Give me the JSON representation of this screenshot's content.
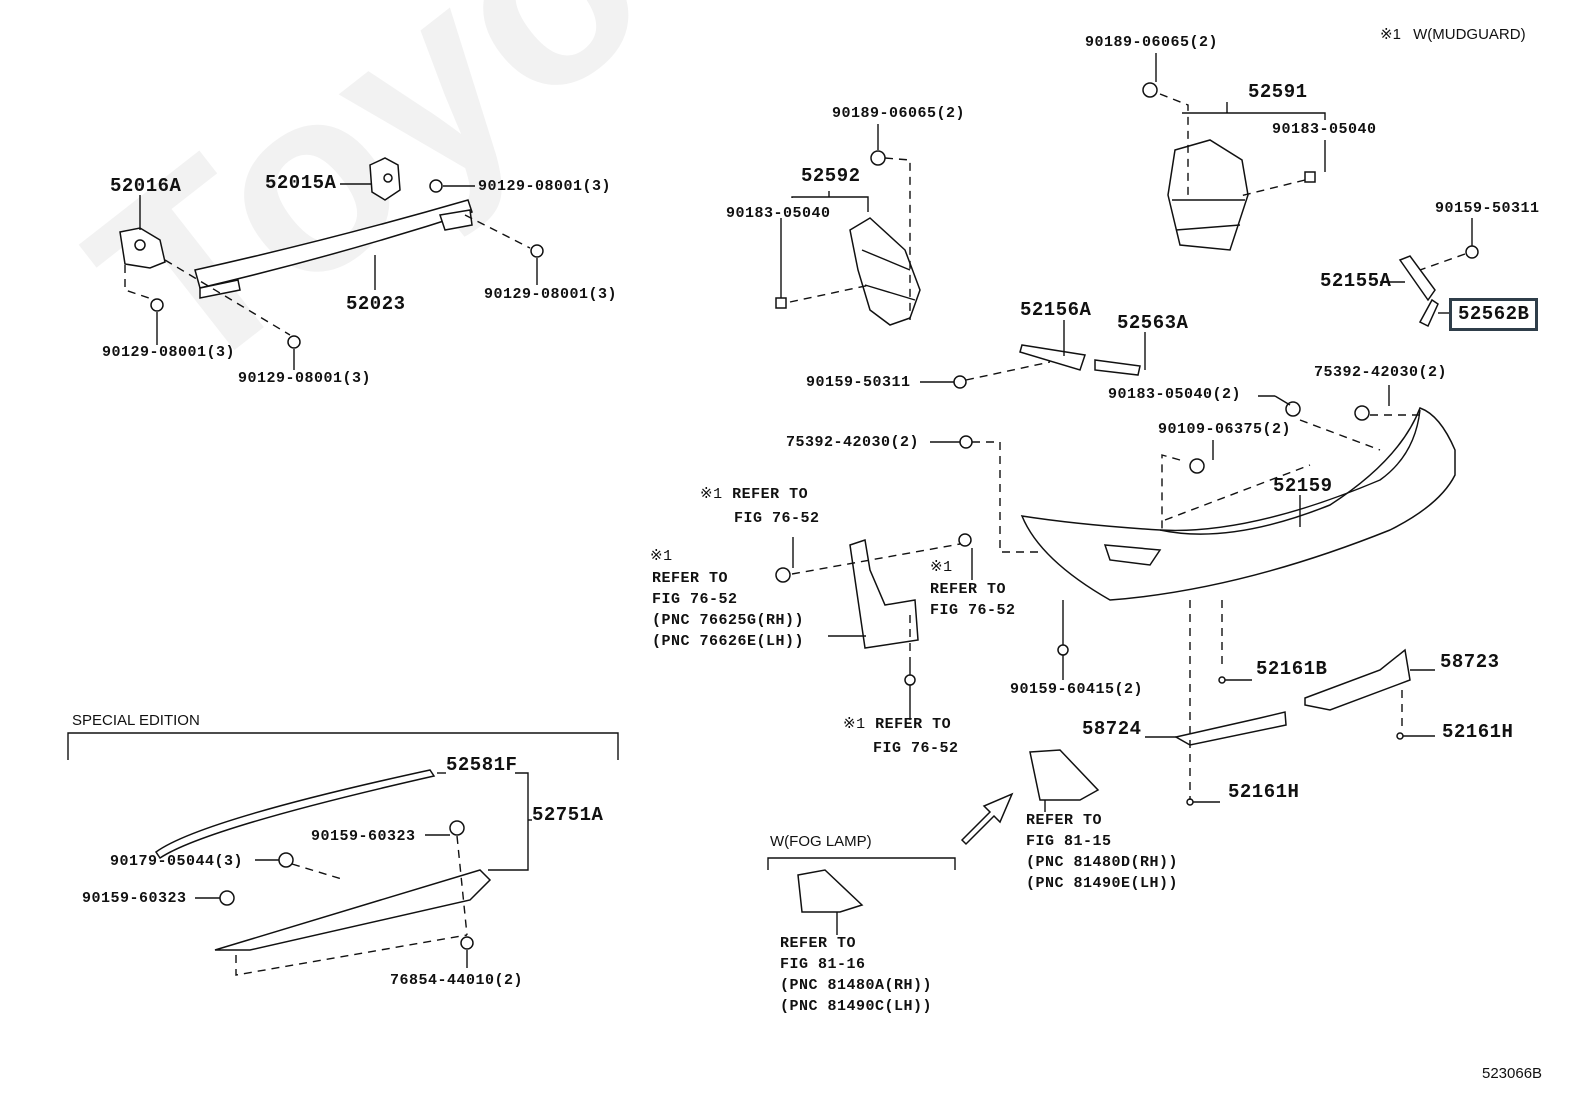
{
  "watermark": "ToyotaCarMine.ru",
  "legend": {
    "marker": "※1",
    "text": "W(MUDGUARD)"
  },
  "figure_id": "523066B",
  "groups": {
    "special_edition": "SPECIAL EDITION",
    "fog_lamp": "W(FOG LAMP)"
  },
  "highlighted_part": "52562B",
  "labels": {
    "p52016A": "52016A",
    "p52015A": "52015A",
    "b90129_a": "90129-08001(3)",
    "b90129_b": "90129-08001(3)",
    "b90129_c": "90129-08001(3)",
    "b90129_d": "90129-08001(3)",
    "p52023": "52023",
    "c90189_a": "90189-06065(2)",
    "p52592": "52592",
    "c90183_a": "90183-05040",
    "c90189_b": "90189-06065(2)",
    "p52591": "52591",
    "c90183_b": "90183-05040",
    "s90159_a": "90159-50311",
    "p52155A": "52155A",
    "p52562B": "52562B",
    "p52156A": "52156A",
    "p52563A": "52563A",
    "s90159_b": "90159-50311",
    "c90183_c": "90183-05040(2)",
    "c75392_a": "75392-42030(2)",
    "c75392_b": "75392-42030(2)",
    "s90109": "90109-06375(2)",
    "p52159": "52159",
    "s90159_c": "90159-60415(2)",
    "p52161B": "52161B",
    "p58723": "58723",
    "p58724": "58724",
    "p52161H_a": "52161H",
    "p52161H_b": "52161H",
    "p52581F": "52581F",
    "p52751A": "52751A",
    "s90159_d": "90159-60323",
    "s90179": "90179-05044(3)",
    "s90159_e": "90159-60323",
    "c76854": "76854-44010(2)"
  },
  "refs": {
    "mud_top": {
      "marker": "※1",
      "line1": "REFER TO",
      "line2": "FIG 76-52"
    },
    "mud_left": {
      "marker": "※1",
      "text": "REFER TO\nFIG 76-52\n(PNC 76625G(RH))\n(PNC 76626E(LH))"
    },
    "mud_right": {
      "marker": "※1",
      "text": "REFER TO\nFIG 76-52"
    },
    "mud_bottom": {
      "marker": "※1",
      "line1": "REFER TO",
      "line2": "FIG 76-52"
    },
    "fog_81_15": {
      "text": "REFER TO\nFIG 81-15\n(PNC 81480D(RH))\n(PNC 81490E(LH))"
    },
    "fog_81_16": {
      "text": "REFER TO\nFIG 81-16\n(PNC 81480A(RH))\n(PNC 81490C(LH))"
    }
  }
}
